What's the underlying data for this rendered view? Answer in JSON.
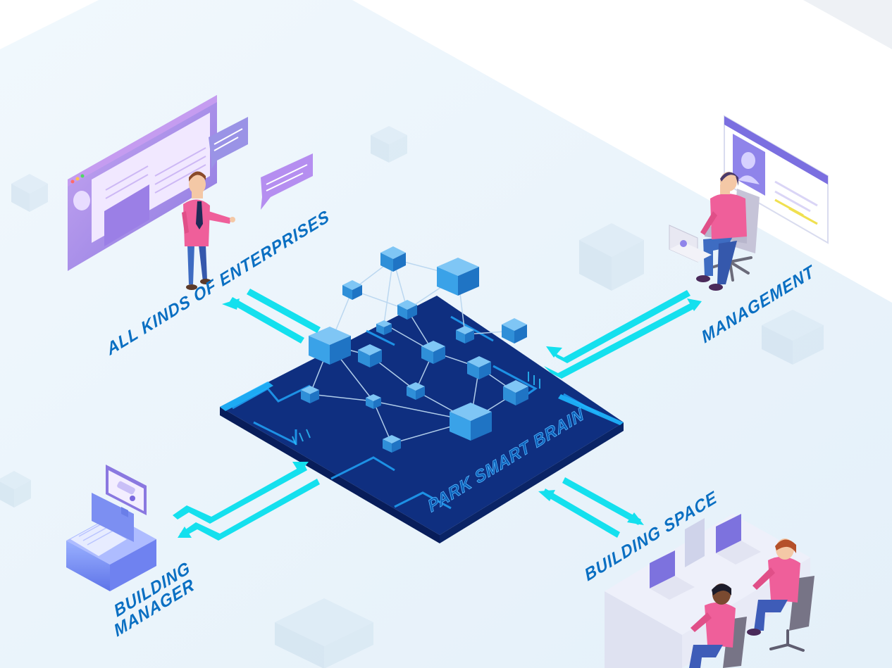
{
  "labels": {
    "enterprises": "ALL KINDS OF ENTERPRISES",
    "management": "MANAGEMENT",
    "building_manager_line1": "BUILDING",
    "building_manager_line2": "MANAGER",
    "building_space": "BUILDING SPACE",
    "brain": "PARK SMART BRAIN"
  },
  "icons": {
    "presenter": "presenter-icon",
    "web-panel": "web-browser-panel-icon",
    "chat": "chat-bubble-icon",
    "manager-seated": "seated-manager-icon",
    "profile-card": "profile-card-icon",
    "kiosk": "kiosk-terminal-icon",
    "office": "office-workers-icon",
    "network": "network-cube-icon"
  },
  "colors": {
    "background": "#eaf4fb",
    "label": "#0a6fc2",
    "arrow": "#14e0ee",
    "board_top": "#0e2f7e",
    "board_side": "#08205c",
    "cube": "#3aa2e8",
    "shirt": "#ef5f9a"
  }
}
